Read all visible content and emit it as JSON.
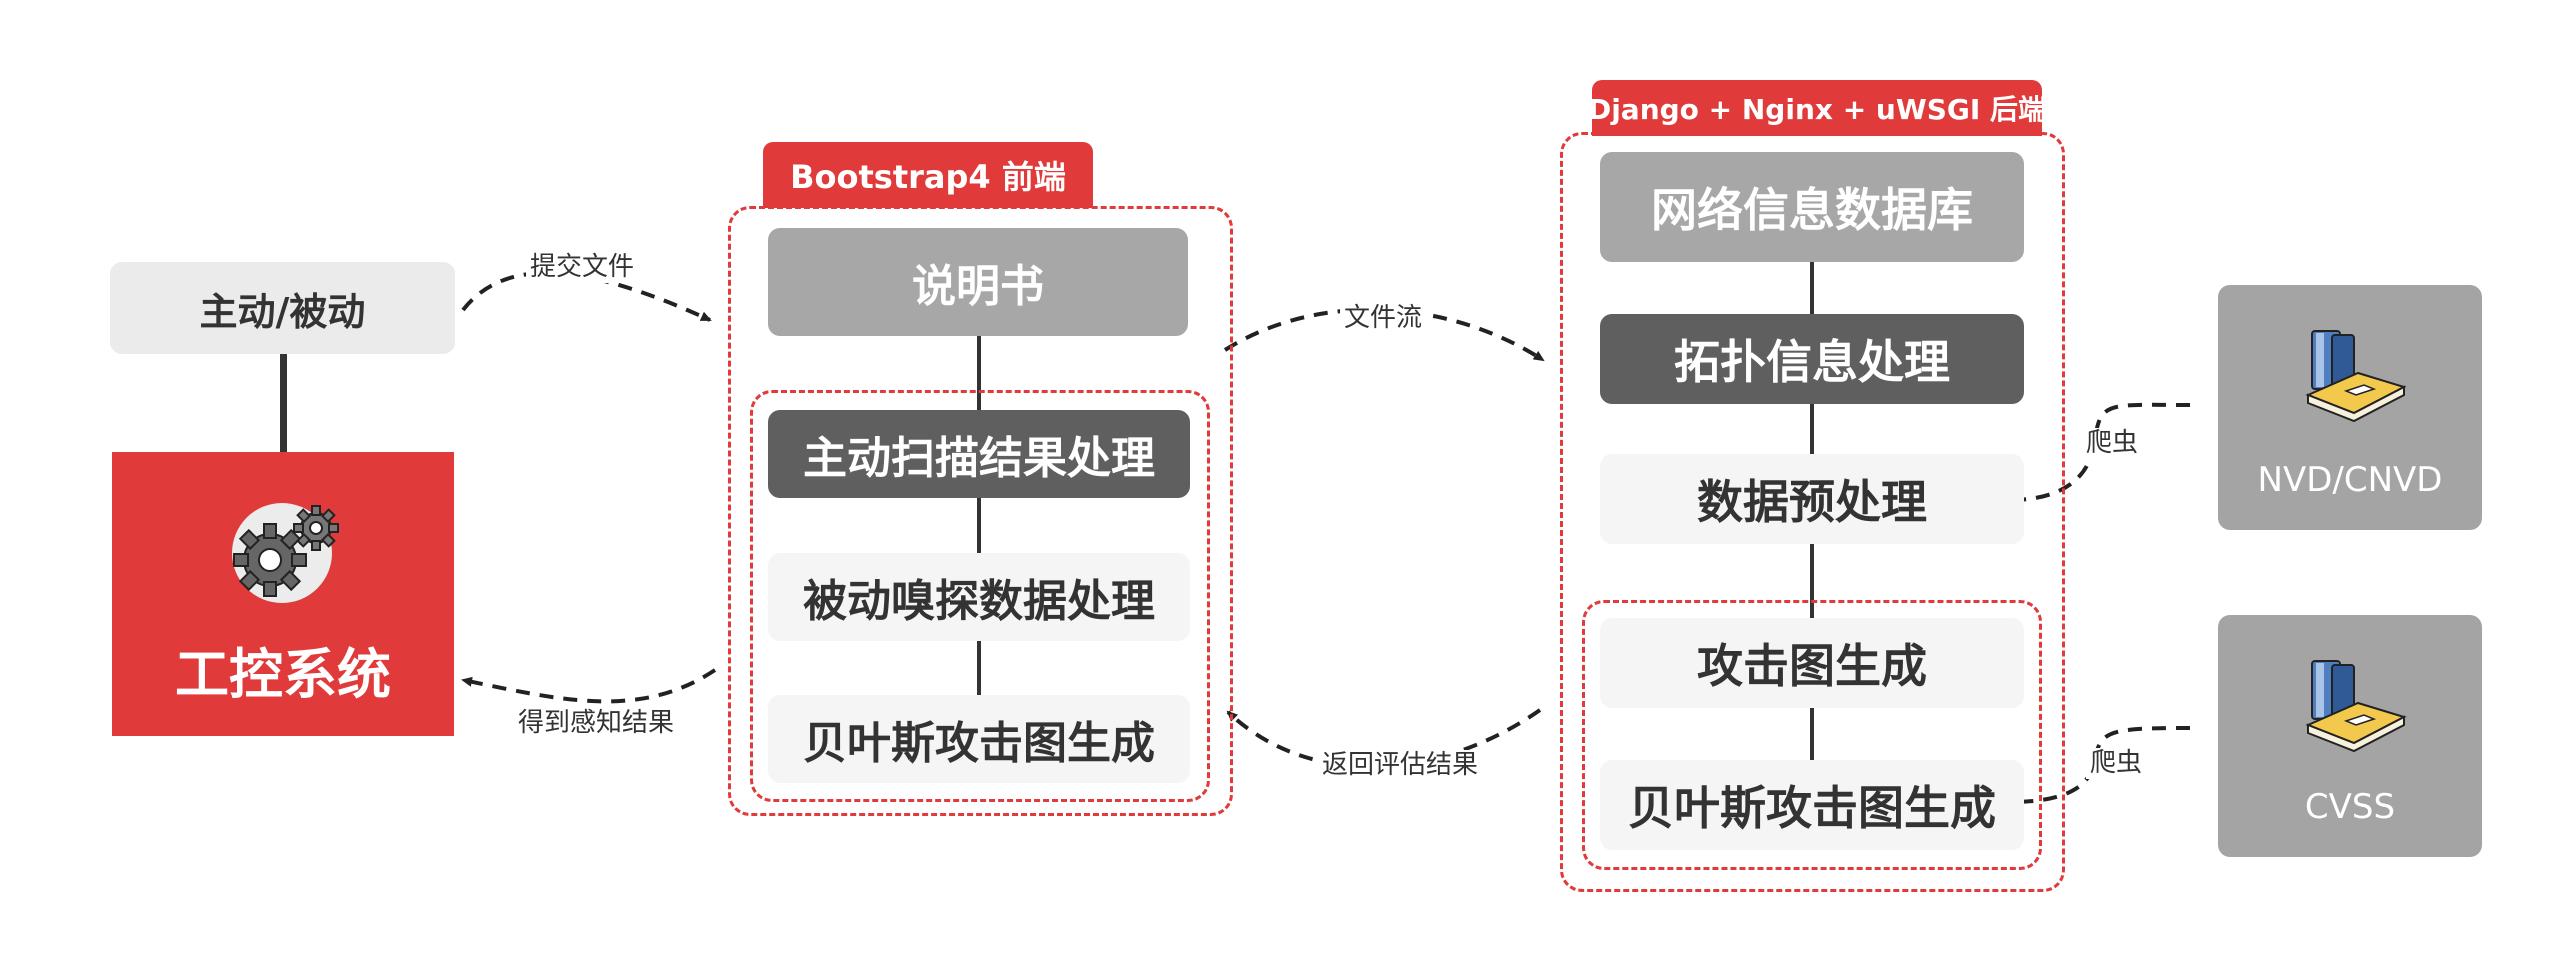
{
  "left": {
    "mode_label": "主动/被动",
    "system_title": "工控系统",
    "gear_icon": "gears-icon"
  },
  "frontend": {
    "tab": "Bootstrap4 前端",
    "manual": "说明书",
    "active_scan": "主动扫描结果处理",
    "passive_sniff": "被动嗅探数据处理",
    "bayes": "贝叶斯攻击图生成"
  },
  "backend": {
    "tab": "Django + Nginx + uWSGI 后端",
    "db": "网络信息数据库",
    "topology": "拓扑信息处理",
    "preprocess": "数据预处理",
    "attack_graph": "攻击图生成",
    "bayes": "贝叶斯攻击图生成"
  },
  "sources": {
    "nvd": "NVD/CNVD",
    "cvss": "CVSS",
    "book_icon": "book-stack-icon"
  },
  "edges": {
    "submit": "提交文件",
    "get_result": "得到感知结果",
    "file_stream": "文件流",
    "return_eval": "返回评估结果",
    "crawler_1": "爬虫",
    "crawler_2": "爬虫"
  },
  "colors": {
    "accent_red": "#e03a3a",
    "dark_gray": "#5f5f5f",
    "light_gray": "#a7a7a7",
    "panel_light": "#f6f5f6",
    "source_gray": "#a4a4a4"
  }
}
